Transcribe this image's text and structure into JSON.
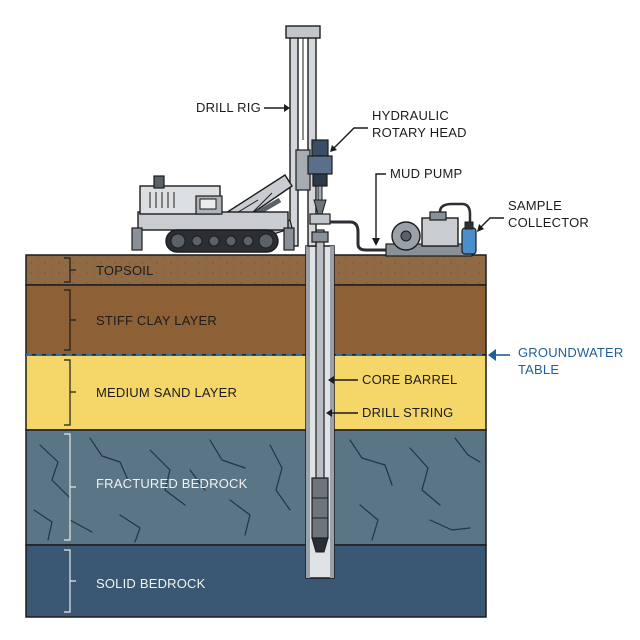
{
  "layers": [
    {
      "id": "topsoil",
      "label": "TOPSOIL",
      "color": "#8f6a45"
    },
    {
      "id": "stiff-clay",
      "label": "STIFF CLAY LAYER",
      "color": "#8d6036"
    },
    {
      "id": "medium-sand",
      "label": "MEDIUM SAND LAYER",
      "color": "#f5d769"
    },
    {
      "id": "fractured-bedrock",
      "label": "FRACTURED BEDROCK",
      "color": "#5a7585"
    },
    {
      "id": "solid-bedrock",
      "label": "SOLID BEDROCK",
      "color": "#3a5873"
    }
  ],
  "equipment_labels": {
    "drill_rig": "DRILL RIG",
    "rotary_head_line1": "HYDRAULIC",
    "rotary_head_line2": "ROTARY HEAD",
    "mud_pump": "MUD PUMP",
    "sample_collector_line1": "SAMPLE",
    "sample_collector_line2": "COLLECTOR",
    "core_barrel": "CORE BARREL",
    "drill_string": "DRILL STRING"
  },
  "groundwater": {
    "line1": "GROUNDWATER",
    "line2": "TABLE",
    "color": "#1f5f9a"
  },
  "colors": {
    "outline": "#1c1c1c",
    "machine_gray": "#c9ccd0",
    "machine_dark": "#5b6168",
    "borehole_fill": "#dfe3e6",
    "sample_bottle": "#4a8fc9"
  }
}
